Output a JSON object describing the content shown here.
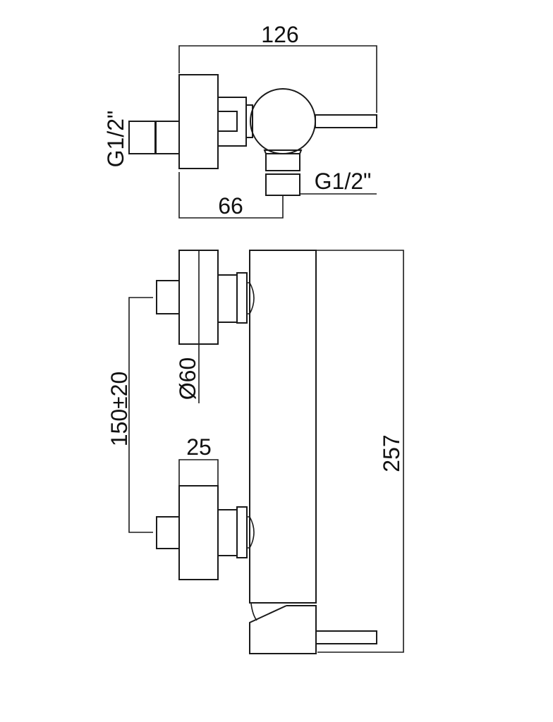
{
  "drawing": {
    "top_view": {
      "overall_width": "126",
      "outlet_offset": "66",
      "inlet_thread": "G1/2\"",
      "outlet_thread": "G1/2\""
    },
    "front_view": {
      "flange_diameter": "Ø60",
      "inlet_spacing": "150±20",
      "flange_depth": "25",
      "overall_height": "257"
    },
    "colors": {
      "line": "#1a1a1a",
      "background": "#ffffff"
    }
  }
}
